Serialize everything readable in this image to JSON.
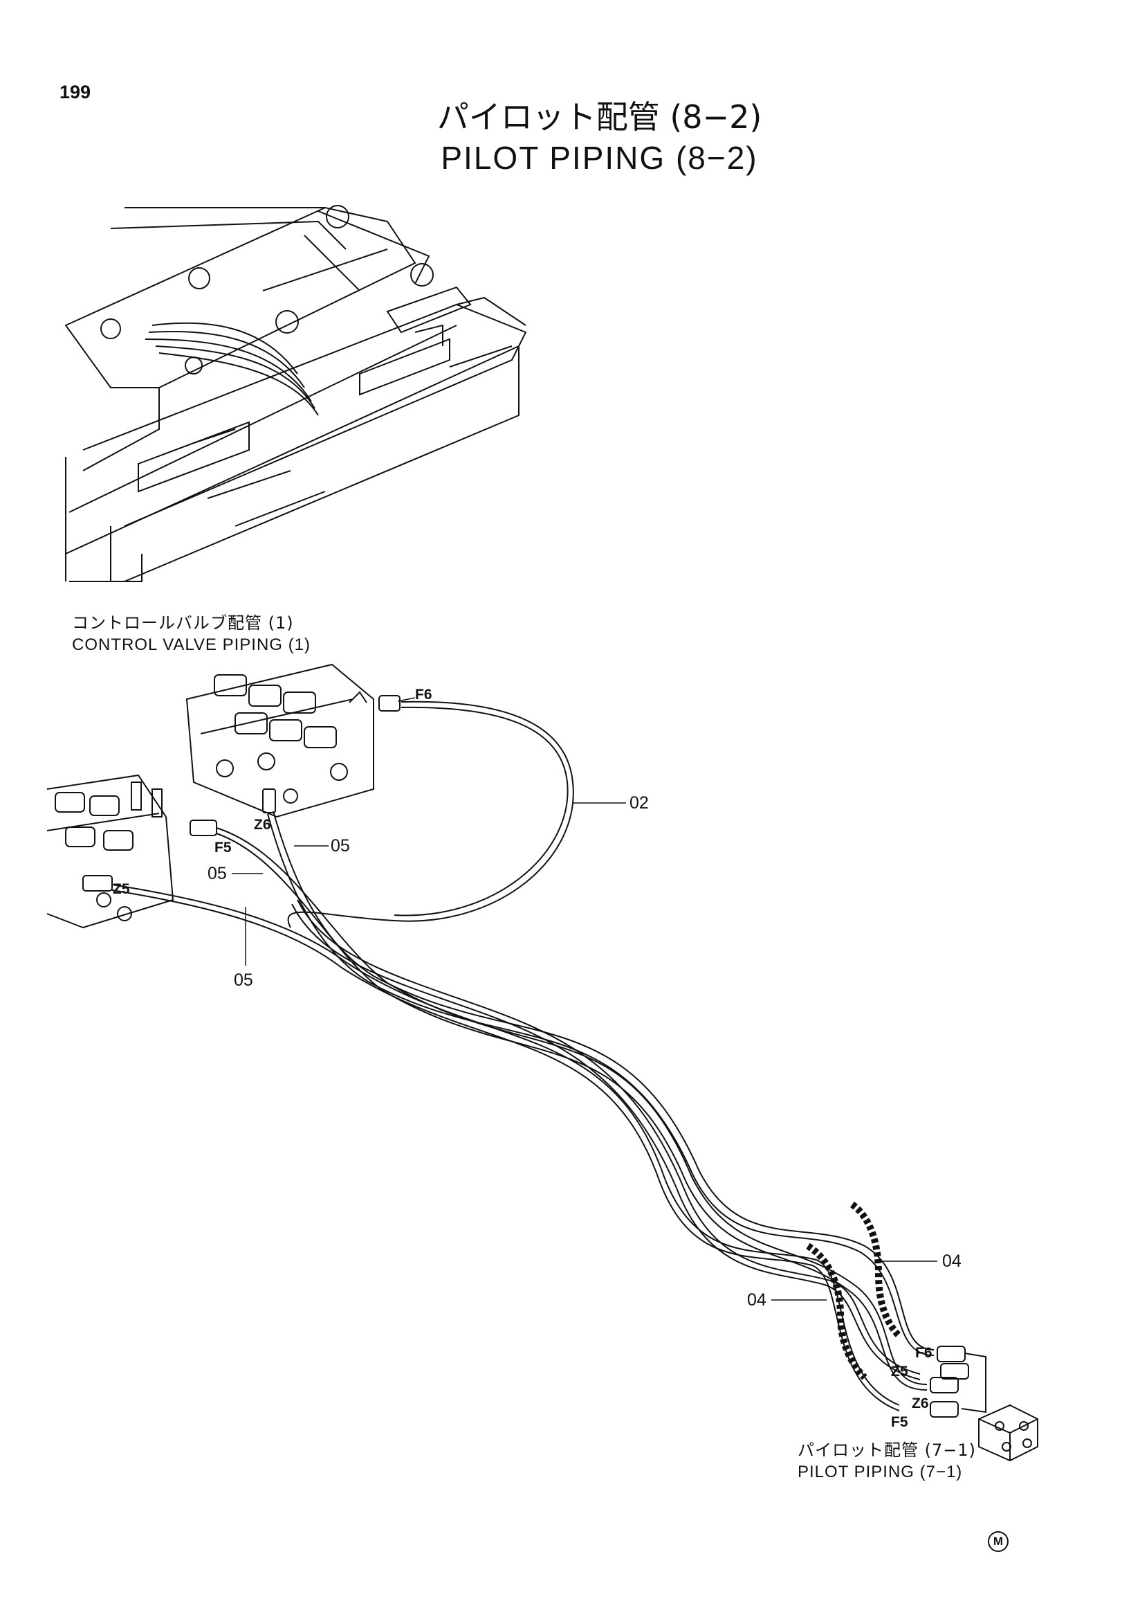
{
  "page_number": "199",
  "title": {
    "japanese": "パイロット配管 (8−2)",
    "english": "PILOT PIPING (8−2)"
  },
  "references": {
    "control_valve": {
      "japanese": "コントロールバルブ配管 (1)",
      "english": "CONTROL VALVE PIPING (1)"
    },
    "pilot_piping": {
      "japanese": "パイロット配管 (7−1)",
      "english": "PILOT PIPING (7−1)"
    }
  },
  "callouts": {
    "c02": "02",
    "c05_a": "05",
    "c05_b": "05",
    "c05_c": "05",
    "c04_right": "04",
    "c04_left": "04"
  },
  "ports": {
    "f6_top": "F6",
    "z6_top": "Z6",
    "f5_top": "F5",
    "z5_top": "Z5",
    "f6_bottom": "F6",
    "z5_bottom": "Z5",
    "z6_bottom": "Z6",
    "f5_bottom": "F5"
  },
  "corner_mark": "M"
}
